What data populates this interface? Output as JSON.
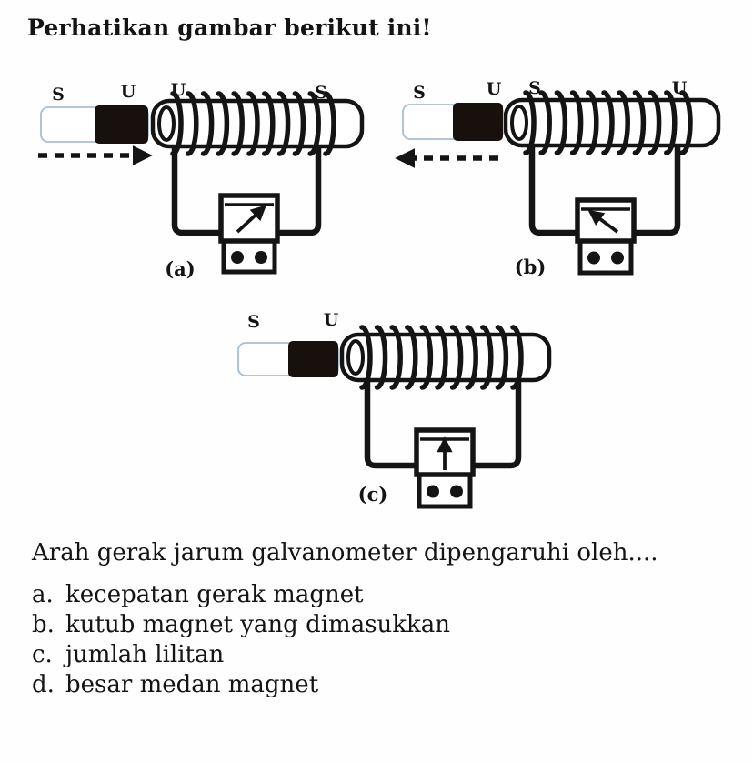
{
  "page": {
    "title": "Perhatikan gambar berikut ini!",
    "question": "Arah gerak jarum galvanometer dipengaruhi oleh....",
    "options": [
      {
        "letter": "a.",
        "text": "kecepatan gerak magnet"
      },
      {
        "letter": "b.",
        "text": "kutub magnet yang dimasukkan"
      },
      {
        "letter": "c.",
        "text": "jumlah lilitan"
      },
      {
        "letter": "d.",
        "text": "besar medan magnet"
      }
    ]
  },
  "diagrams": [
    {
      "id": "a",
      "caption": "(a)",
      "magnet_left_pole": "S",
      "magnet_right_pole": "U",
      "coil_left_pole": "U",
      "coil_right_pole": "S",
      "magnet_motion": "right",
      "needle_deflection": "right"
    },
    {
      "id": "b",
      "caption": "(b)",
      "magnet_left_pole": "S",
      "magnet_right_pole": "U",
      "coil_left_pole": "S",
      "coil_right_pole": "U",
      "magnet_motion": "left",
      "needle_deflection": "left"
    },
    {
      "id": "c",
      "caption": "(c)",
      "magnet_left_pole": "S",
      "magnet_right_pole": "U",
      "coil_left_pole": "",
      "coil_right_pole": "",
      "magnet_motion": "none",
      "needle_deflection": "up"
    }
  ],
  "colors": {
    "ink": "#141414",
    "magnet_outline": "#a9bdd2",
    "magnet_pole_fill": "#17100c",
    "paper": "#fefefe"
  }
}
